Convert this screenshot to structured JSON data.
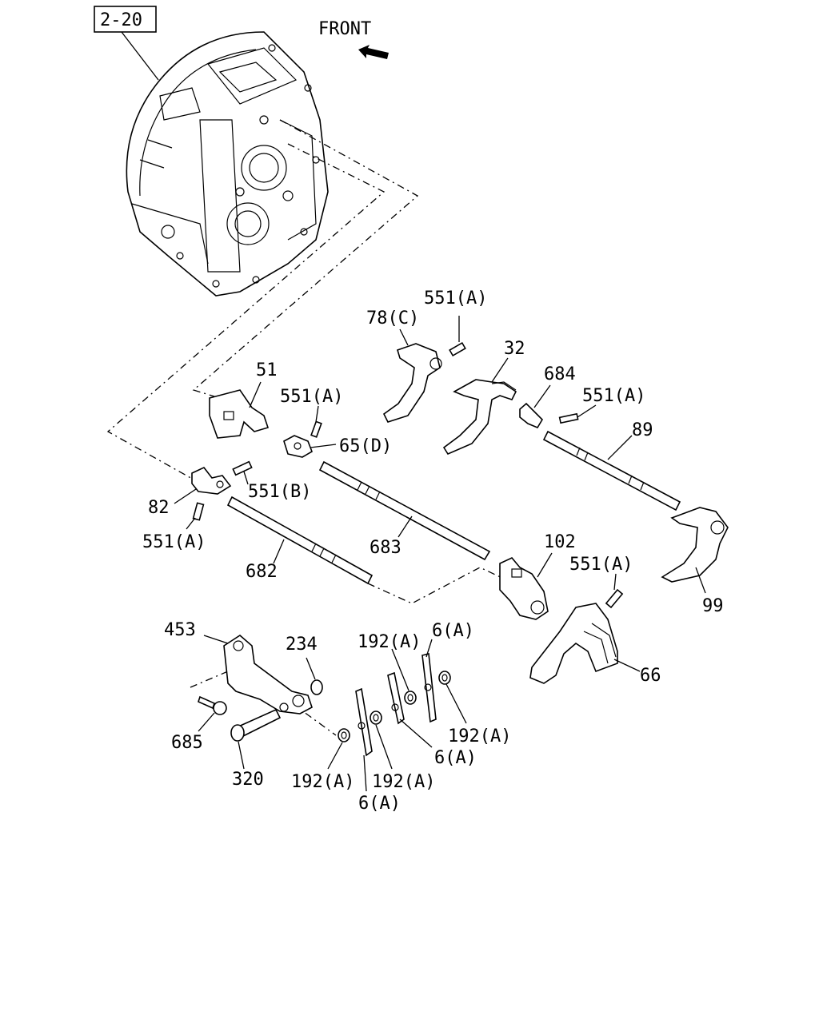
{
  "ref_box": "2-20",
  "front_label": "FRONT",
  "labels": {
    "p78c": "78(C)",
    "p551a_1": "551(A)",
    "p32": "32",
    "p684": "684",
    "p551a_2": "551(A)",
    "p89": "89",
    "p51": "51",
    "p551a_3": "551(A)",
    "p65d": "65(D)",
    "p82": "82",
    "p551b": "551(B)",
    "p551a_4": "551(A)",
    "p683": "683",
    "p682": "682",
    "p102": "102",
    "p551a_5": "551(A)",
    "p99": "99",
    "p66": "66",
    "p453": "453",
    "p234": "234",
    "p192a_1": "192(A)",
    "p6a_1": "6(A)",
    "p192a_2": "192(A)",
    "p6a_2": "6(A)",
    "p685": "685",
    "p320": "320",
    "p192a_3": "192(A)",
    "p192a_4": "192(A)",
    "p6a_3": "6(A)"
  }
}
